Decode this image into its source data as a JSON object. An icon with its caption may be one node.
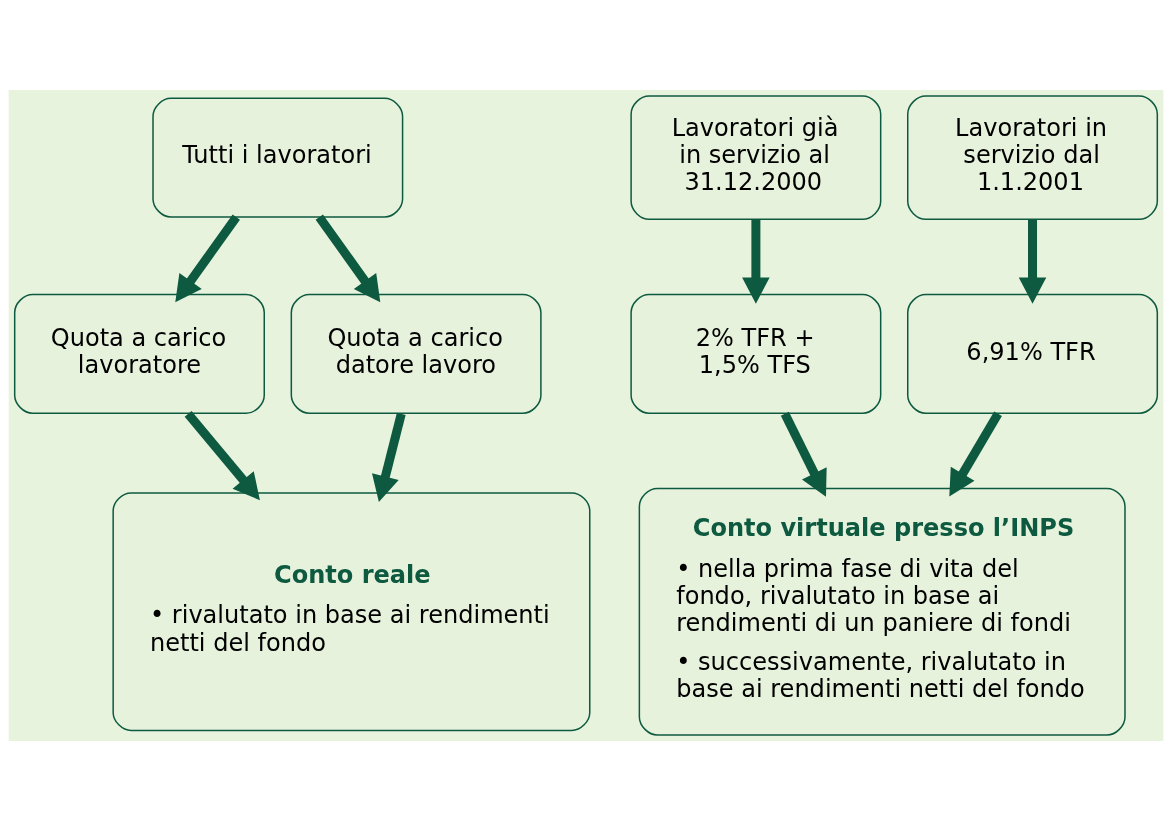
{
  "diagram": {
    "nodes": [
      {
        "text": [
          "Tutti i lavoratori"
        ]
      },
      {
        "text": [
          "Lavoratori già in servizio al 31.12.2000"
        ]
      },
      {
        "text": [
          "Lavoratori in servizio dal 1.1.2001"
        ]
      },
      {
        "text": [
          "Quota a carico lavoratore"
        ]
      },
      {
        "text": [
          "Quota a carico datore lavoro"
        ]
      },
      {
        "text": [
          "2% TFR + 1,5% TFS"
        ]
      },
      {
        "text": [
          "6,91% TFR"
        ]
      },
      {
        "text": [
          "Conto reale",
          "• rivalutato in base ai rendimenti netti del fondo"
        ]
      },
      {
        "text": [
          "Conto virtuale presso l’INPS",
          "• nella prima fase di vita del fondo, rivalutato in base ai rendimenti di un paniere di fondi",
          "• successivamente, rivalutato in base ai rendimenti netti del fondo"
        ]
      }
    ],
    "edges": [
      {
        "from": 0,
        "to": 3,
        "arrow": "to"
      },
      {
        "from": 0,
        "to": 4,
        "arrow": "to"
      },
      {
        "from": 1,
        "to": 5,
        "arrow": "to"
      },
      {
        "from": 2,
        "to": 6,
        "arrow": "to"
      },
      {
        "from": 3,
        "to": 7,
        "arrow": "to"
      },
      {
        "from": 4,
        "to": 7,
        "arrow": "to"
      },
      {
        "from": 5,
        "to": 8,
        "arrow": "to"
      },
      {
        "from": 6,
        "to": 8,
        "arrow": "to"
      }
    ]
  }
}
